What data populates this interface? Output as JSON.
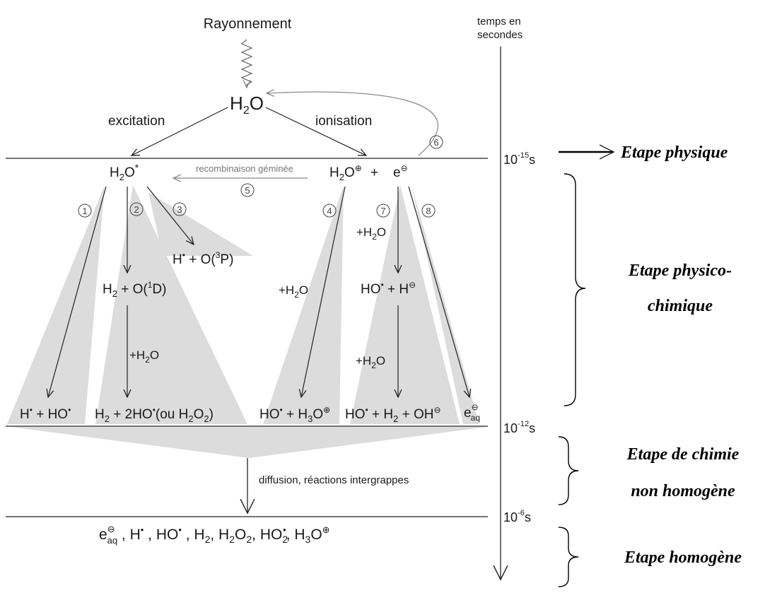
{
  "source_label": "Rayonnement",
  "time_axis": {
    "title_line1": "temps en",
    "title_line2": "secondes",
    "ticks": [
      {
        "base": "10",
        "exp": "-15",
        "unit": "s"
      },
      {
        "base": "10",
        "exp": "-12",
        "unit": "s"
      },
      {
        "base": "10",
        "exp": "-6",
        "unit": "s"
      }
    ]
  },
  "stages": {
    "physique": "Etape physique",
    "physico_line1": "Etape physico-",
    "physico_line2": "chimique",
    "nonhomo_line1": "Etape de chimie",
    "nonhomo_line2": "non homogène",
    "homogene": "Etape homogène"
  },
  "processes": {
    "excitation": "excitation",
    "ionisation": "ionisation",
    "recombinaison": "recombinaison géminée",
    "diffusion": "diffusion, réactions intergrappes"
  },
  "reaction_numbers": [
    "1",
    "2",
    "3",
    "4",
    "5",
    "6",
    "7",
    "8"
  ],
  "species": {
    "h2o_center": {
      "a": "H",
      "b": "2",
      "c": "O"
    },
    "h2o_excited": {
      "a": "H",
      "b": "2",
      "c": "O",
      "d": "*"
    },
    "h2o_ion": {
      "a": "H",
      "b": "2",
      "c": "O",
      "d": "⊕"
    },
    "plus": "+",
    "electron": {
      "a": "e",
      "b": "⊖"
    },
    "h_plus_o3p": {
      "a": "H",
      "b": "•",
      "c": " + O(",
      "d": "3",
      "e": "P)"
    },
    "h2_plus_o1d": {
      "a": "H",
      "b": "2",
      "c": " + O(",
      "d": "1",
      "e": "D)"
    },
    "plus_h2o": {
      "a": "+H",
      "b": "2",
      "c": "O"
    },
    "ho_plus_h": {
      "a": "HO",
      "b": "•",
      "c": " + H",
      "d": "⊖"
    },
    "prod1": {
      "a": "H",
      "b": "•",
      "c": " + HO",
      "d": "•"
    },
    "prod2": {
      "a": "H",
      "b": "2",
      "c": " + 2HO",
      "d": "•",
      "e": "(ou H",
      "f": "2",
      "g": "O",
      "h": "2",
      "i": ")"
    },
    "prod3": {
      "a": "HO",
      "b": "•",
      "c": " + H",
      "d": "3",
      "e": "O",
      "f": "⊕"
    },
    "prod4": {
      "a": "HO",
      "b": "•",
      "c": " + H",
      "d": "2",
      "e": " + OH",
      "f": "⊖"
    },
    "prod5": {
      "a": "e",
      "b": "⊖",
      "c": "aq"
    },
    "final_line": {
      "p1": "e",
      "p1sup": "⊖",
      "p1sub": "aq",
      "s1": " , ",
      "p2": "H",
      "p2sup": "•",
      "s2": " , ",
      "p3": "HO",
      "p3sup": "•",
      "s3": " , ",
      "p4": "H",
      "p4sub": "2",
      "s4": ", ",
      "p5a": "H",
      "p5sub1": "2",
      "p5b": "O",
      "p5sub2": "2",
      "s5": ", ",
      "p6": "HO",
      "p6sub": "2",
      "p6sup": "•",
      "s6": ", ",
      "p7a": "H",
      "p7sub": "3",
      "p7b": "O",
      "p7sup": "⊕"
    }
  }
}
